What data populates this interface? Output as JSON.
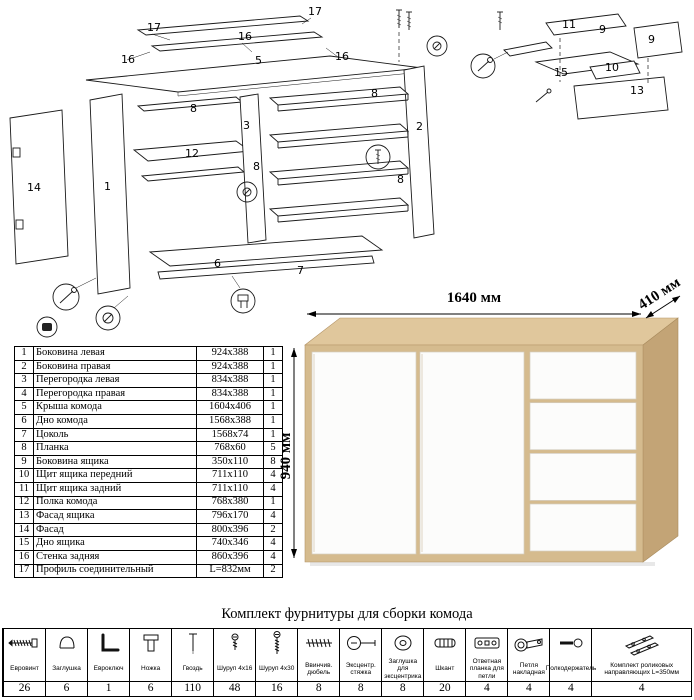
{
  "diagram": {
    "labels": [
      "17",
      "16",
      "16",
      "17",
      "16",
      "5",
      "8",
      "3",
      "12",
      "8",
      "1",
      "14",
      "2",
      "8",
      "8",
      "6",
      "7",
      "11",
      "9",
      "9",
      "15",
      "10",
      "13"
    ]
  },
  "parts_table": {
    "rows": [
      {
        "num": "1",
        "name": "Боковина левая",
        "size": "924x388",
        "qty": "1"
      },
      {
        "num": "2",
        "name": "Боковина правая",
        "size": "924x388",
        "qty": "1"
      },
      {
        "num": "3",
        "name": "Перегородка левая",
        "size": "834x388",
        "qty": "1"
      },
      {
        "num": "4",
        "name": "Перегородка правая",
        "size": "834x388",
        "qty": "1"
      },
      {
        "num": "5",
        "name": "Крыша комода",
        "size": "1604x406",
        "qty": "1"
      },
      {
        "num": "6",
        "name": "Дно комода",
        "size": "1568x388",
        "qty": "1"
      },
      {
        "num": "7",
        "name": "Цоколь",
        "size": "1568x74",
        "qty": "1"
      },
      {
        "num": "8",
        "name": "Планка",
        "size": "768x60",
        "qty": "5"
      },
      {
        "num": "9",
        "name": "Боковина ящика",
        "size": "350x110",
        "qty": "8"
      },
      {
        "num": "10",
        "name": "Щит ящика передний",
        "size": "711x110",
        "qty": "4"
      },
      {
        "num": "11",
        "name": "Щит ящика задний",
        "size": "711x110",
        "qty": "4"
      },
      {
        "num": "12",
        "name": "Полка комода",
        "size": "768x380",
        "qty": "1"
      },
      {
        "num": "13",
        "name": "Фасад ящика",
        "size": "796x170",
        "qty": "4"
      },
      {
        "num": "14",
        "name": "Фасад",
        "size": "800x396",
        "qty": "2"
      },
      {
        "num": "15",
        "name": "Дно ящика",
        "size": "740x346",
        "qty": "4"
      },
      {
        "num": "16",
        "name": "Стенка задняя",
        "size": "860x396",
        "qty": "4"
      },
      {
        "num": "17",
        "name": "Профиль соединительный",
        "size": "L=832мм",
        "qty": "2"
      }
    ]
  },
  "render": {
    "width_label": "1640 мм",
    "depth_label": "410 мм",
    "height_label": "940 мм"
  },
  "hardware": {
    "title": "Комплект фурнитуры для сборки комода",
    "items": [
      {
        "name": "Евровинт",
        "qty": "26",
        "icon": "euroscrew"
      },
      {
        "name": "Заглушка",
        "qty": "6",
        "icon": "cap"
      },
      {
        "name": "Евроключ",
        "qty": "1",
        "icon": "hex-key"
      },
      {
        "name": "Ножка",
        "qty": "6",
        "icon": "leg"
      },
      {
        "name": "Гвоздь",
        "qty": "110",
        "icon": "nail"
      },
      {
        "name": "Шуруп 4х16",
        "qty": "48",
        "icon": "screw-short"
      },
      {
        "name": "Шуруп 4х30",
        "qty": "16",
        "icon": "screw-long"
      },
      {
        "name": "Ввинчив. дюбель",
        "qty": "8",
        "icon": "dowel-screw"
      },
      {
        "name": "Эксцентр. стяжка",
        "qty": "8",
        "icon": "cam-lock"
      },
      {
        "name": "Заглушка для эксцентрика",
        "qty": "8",
        "icon": "cam-cap"
      },
      {
        "name": "Шкант",
        "qty": "20",
        "icon": "wood-dowel"
      },
      {
        "name": "Ответная планка для петли",
        "qty": "4",
        "icon": "hinge-plate"
      },
      {
        "name": "Петля накладная",
        "qty": "4",
        "icon": "hinge"
      },
      {
        "name": "Полкодержатель",
        "qty": "4",
        "icon": "shelf-support"
      },
      {
        "name": "Комплект роликовых направляющих L=350мм",
        "qty": "4",
        "icon": "drawer-slides"
      }
    ]
  }
}
